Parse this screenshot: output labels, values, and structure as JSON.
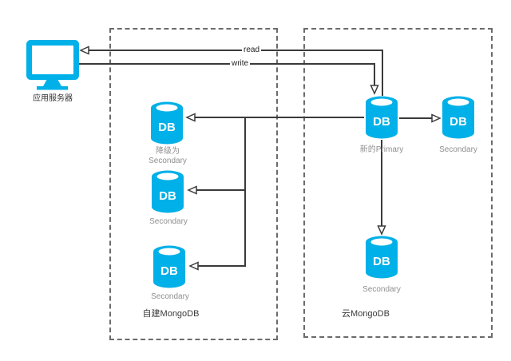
{
  "colors": {
    "accent_cyan": "#00b0e8",
    "line_dark": "#3a3a3a",
    "label_gray": "#8f8f8f",
    "caption_dark": "#3a3a3a",
    "box_border": "#6b6b6b"
  },
  "app_server": {
    "label": "应用服务器"
  },
  "flows": {
    "read": "read",
    "write": "write"
  },
  "db_glyph": "DB",
  "left_group": {
    "caption": "自建MongoDB",
    "nodes": [
      {
        "title": "降级为",
        "subtitle": "Secondary"
      },
      {
        "title": "Secondary"
      },
      {
        "title": "Secondary"
      }
    ]
  },
  "right_group": {
    "caption": "云MongoDB",
    "nodes": [
      {
        "title": "新的Primary"
      },
      {
        "title": "Secondary"
      },
      {
        "title": "Secondary"
      }
    ]
  }
}
